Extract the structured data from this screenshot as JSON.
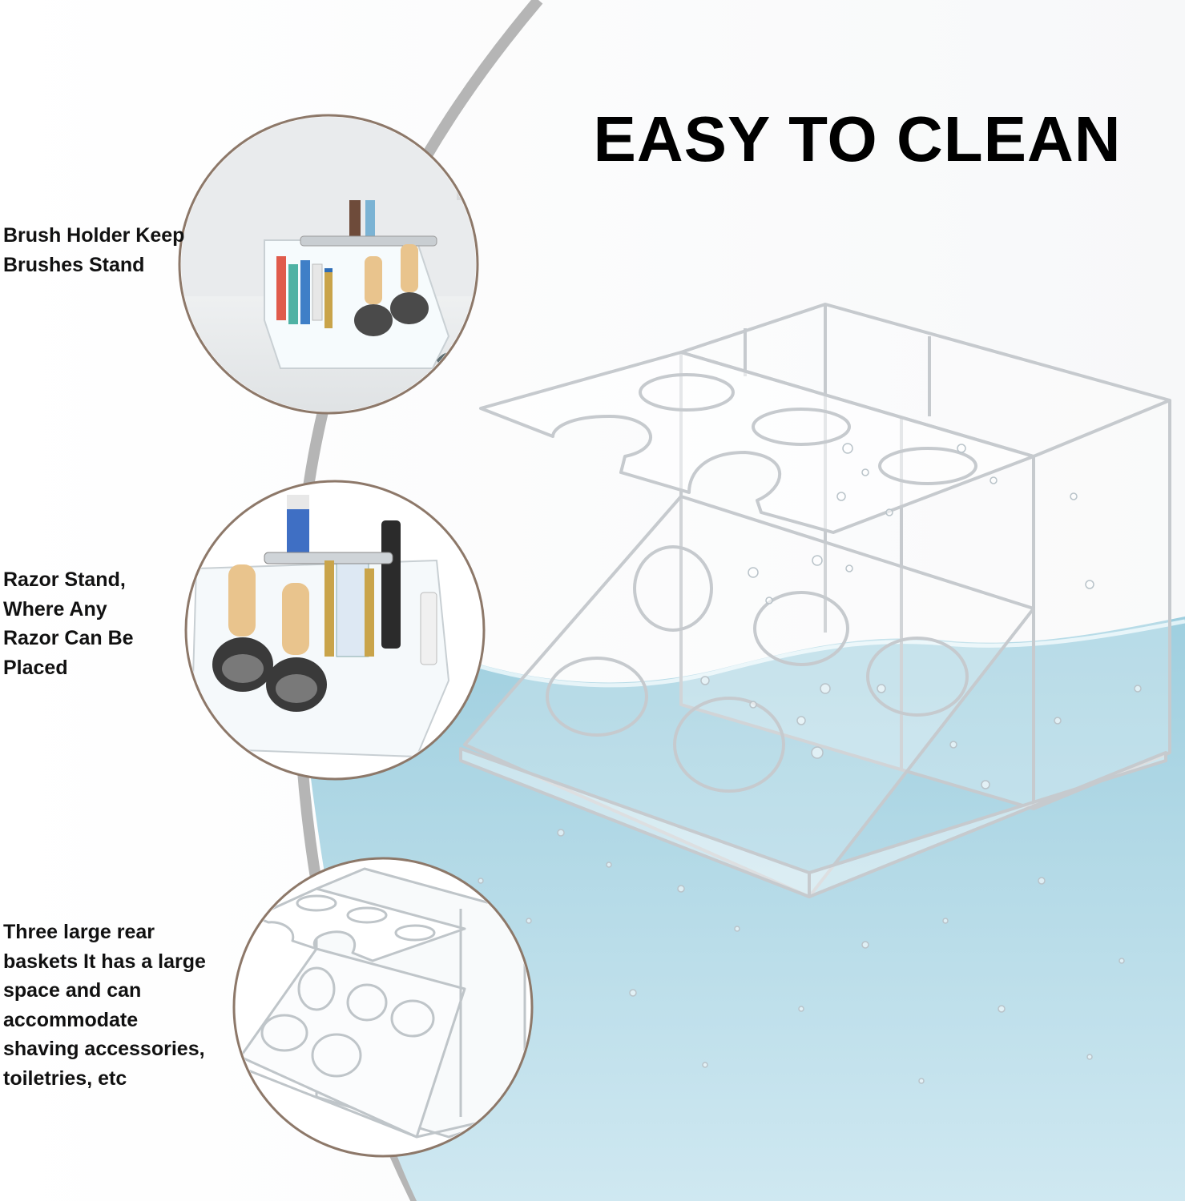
{
  "headline": "EASY TO CLEAN",
  "features": [
    {
      "caption": "Brush Holder Keep\nBrushes Stand",
      "scene": "bathroom-counter-organizer"
    },
    {
      "caption": "Razor Stand,\nWhere Any\nRazor Can Be\nPlaced",
      "scene": "razor-brush-stand"
    },
    {
      "caption": "Three large rear\nbaskets It has a large\nspace and can\naccommodate\nshaving accessories,\ntoiletries, etc",
      "scene": "empty-acrylic-holder"
    }
  ],
  "colors": {
    "water": "#a9d3e1",
    "water_deep": "#c4e3ee",
    "ring_border": "#8d7869",
    "swoosh": "#b0b0b0",
    "acrylic_edge": "#c8ccd0",
    "headline_text": "#000000"
  },
  "icons": [
    "water-wave-icon",
    "bubble-icon"
  ]
}
